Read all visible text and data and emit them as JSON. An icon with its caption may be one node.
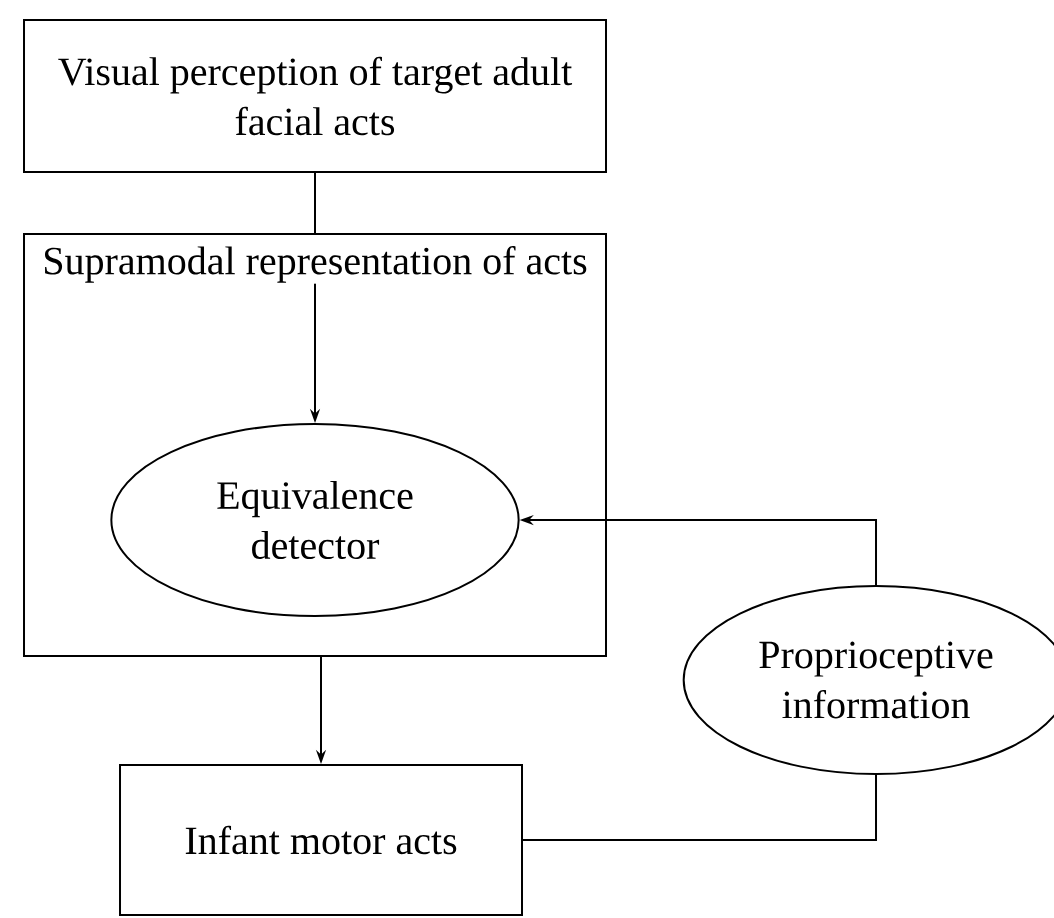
{
  "diagram": {
    "nodes": [
      {
        "text": [
          "Visual perception of target adult facial acts"
        ]
      },
      {
        "text": [
          "Supramodal representation of acts"
        ]
      },
      {
        "text": [
          "Equivalence detector"
        ],
        "in": 1
      },
      {
        "text": [
          "Proprioceptive information"
        ]
      },
      {
        "text": [
          "Infant motor acts"
        ]
      }
    ],
    "edges": [
      {
        "from": 0,
        "to": 1,
        "arrow": "none"
      },
      {
        "from": 1,
        "to": 2,
        "arrow": "to"
      },
      {
        "from": 1,
        "to": 4,
        "arrow": "to"
      },
      {
        "from": 4,
        "to": 3,
        "arrow": "none"
      },
      {
        "from": 3,
        "to": 2,
        "arrow": "to"
      }
    ]
  }
}
